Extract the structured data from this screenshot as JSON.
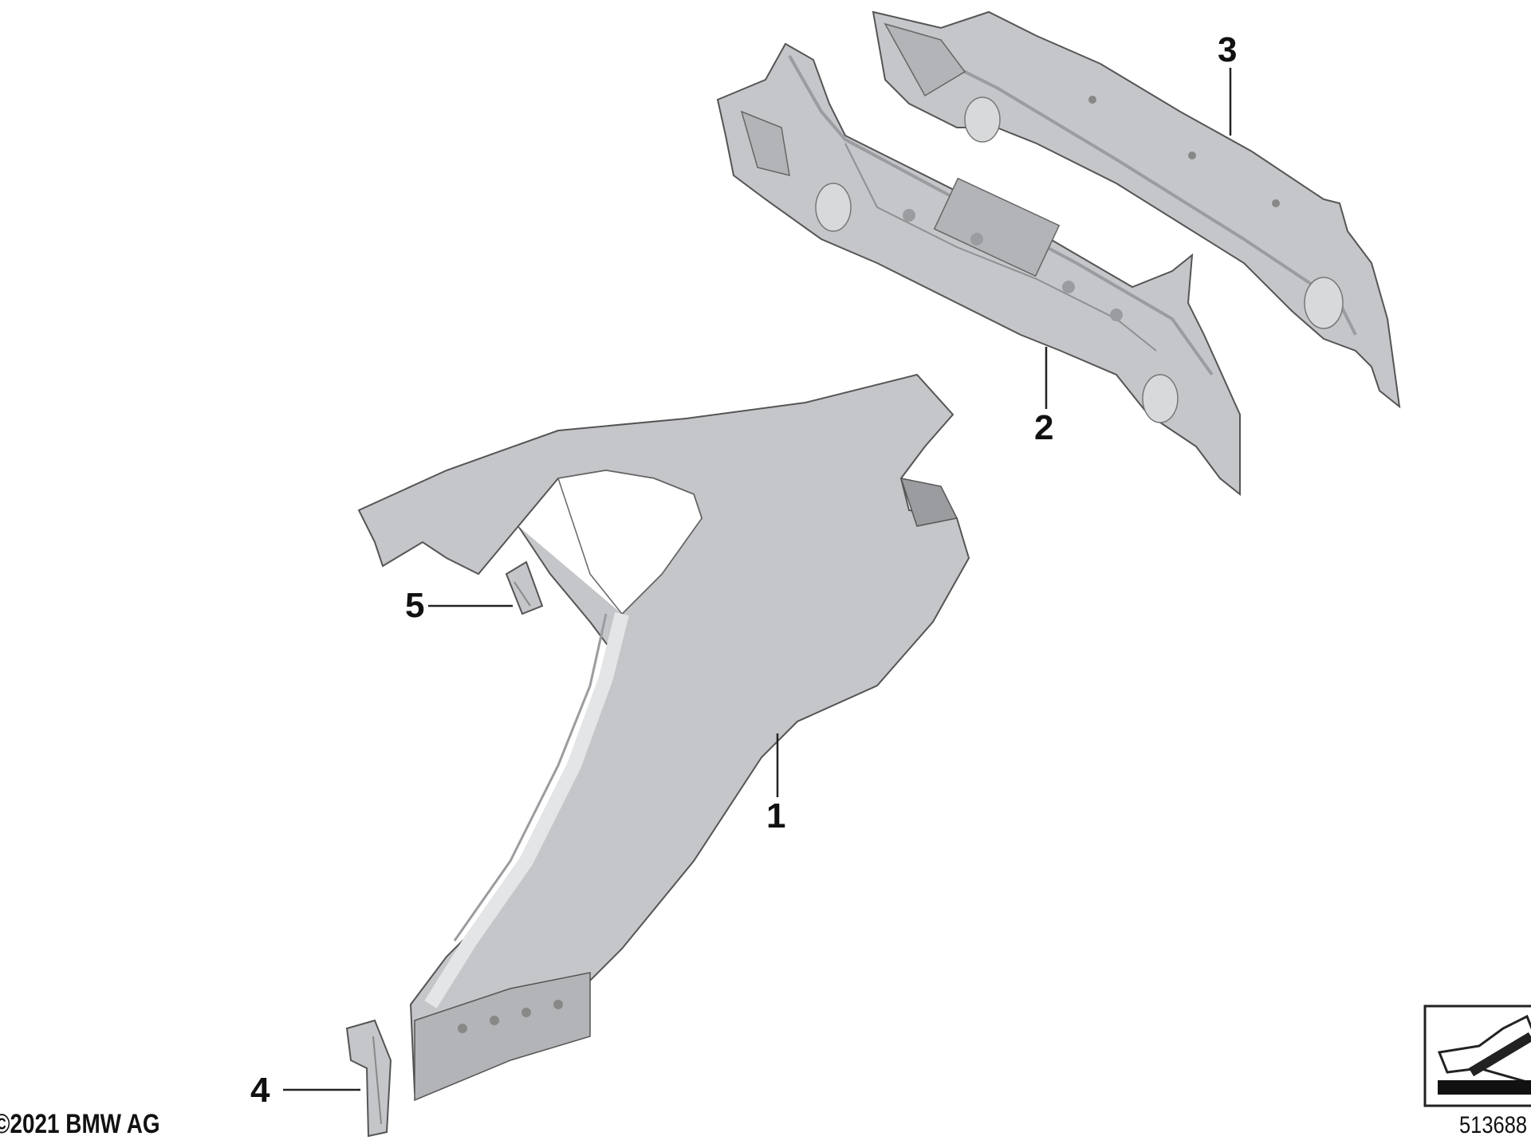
{
  "diagram": {
    "callouts": [
      "1",
      "2",
      "3",
      "4",
      "5"
    ],
    "copyright": "©2021 BMW AG",
    "reference_number": "513688"
  },
  "colors": {
    "part_fill": "#c4c6c9",
    "part_shade": "#b2b4b7",
    "part_light": "#d8d9db",
    "line": "#222222"
  },
  "icons": {
    "orientation": "car-orientation-icon"
  }
}
